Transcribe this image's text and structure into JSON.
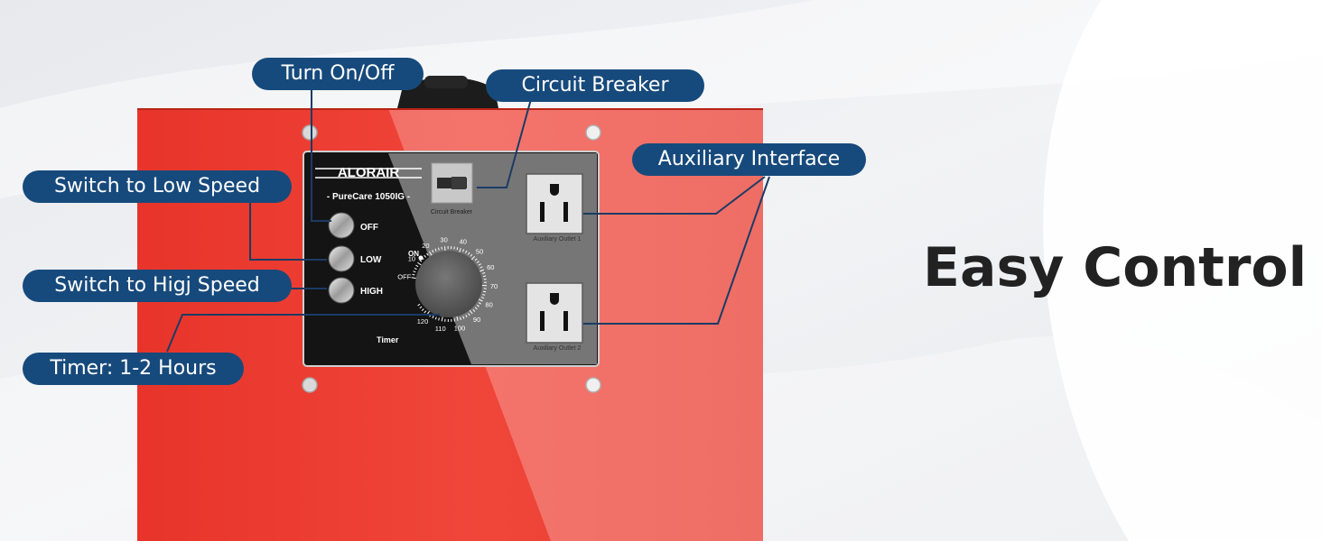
{
  "headline": "Easy Control",
  "colors": {
    "callout_bg": "#174a7c",
    "device_body": "#ee3a2c",
    "panel": "#141414",
    "headline": "#222222"
  },
  "callouts": {
    "turn_on_off": "Turn On/Off",
    "circuit_breaker": "Circuit Breaker",
    "auxiliary_interface": "Auxiliary Interface",
    "switch_low": "Switch to Low Speed",
    "switch_high": "Switch to Higj Speed",
    "timer": "Timer: 1-2 Hours"
  },
  "panel": {
    "brand": "ALORAIR",
    "model": "- PureCare 1050IG -",
    "breaker_label": "Circuit Breaker",
    "outlet1_label": "Auxiliary Outlet 1",
    "outlet2_label": "Auxiliary Outlet 2",
    "buttons": [
      "OFF",
      "LOW",
      "HIGH"
    ],
    "timer_label": "Timer",
    "on_label": "ON",
    "dial_marks": [
      "OFF",
      "10",
      "20",
      "30",
      "40",
      "50",
      "60",
      "70",
      "80",
      "90",
      "100",
      "110",
      "120"
    ]
  },
  "icons": [
    "power-knob-icon",
    "button-knob-icon",
    "outlet-icon",
    "breaker-switch-icon",
    "screw-icon",
    "timer-dial-icon"
  ]
}
